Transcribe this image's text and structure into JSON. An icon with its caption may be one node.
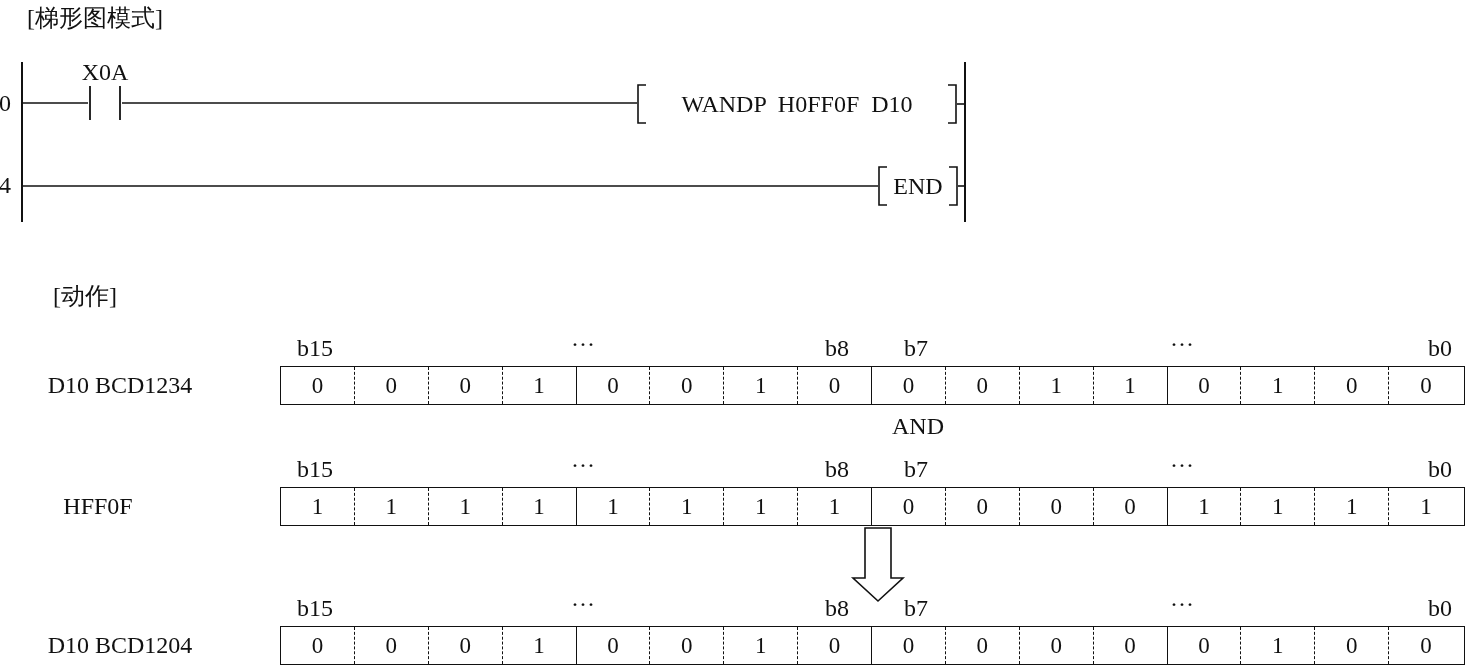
{
  "diagram": {
    "nodes": [
      {
        "text": [],
        "shape": "bar"
      },
      {
        "text": [],
        "shape": "contact",
        "beside": [
          "X0A"
        ]
      },
      {
        "text": [
          "WANDP H0FF0F D10"
        ]
      },
      {
        "text": [
          "END"
        ]
      },
      {
        "text": [],
        "shape": "bar"
      },
      {
        "text": [
          "0",
          "0",
          "0",
          "1",
          "0",
          "0",
          "1",
          "0",
          "0",
          "0",
          "1",
          "1",
          "0",
          "1",
          "0",
          "0"
        ],
        "beside": [
          "b15",
          "···",
          "b8",
          "b7",
          "···",
          "b0"
        ]
      },
      {
        "text": [
          "1",
          "1",
          "1",
          "1",
          "1",
          "1",
          "1",
          "1",
          "0",
          "0",
          "0",
          "0",
          "1",
          "1",
          "1",
          "1"
        ],
        "beside": [
          "b15",
          "···",
          "b8",
          "b7",
          "···",
          "b0"
        ]
      },
      {
        "text": [
          "0",
          "0",
          "0",
          "1",
          "0",
          "0",
          "1",
          "0",
          "0",
          "0",
          "0",
          "0",
          "0",
          "1",
          "0",
          "0"
        ],
        "beside": [
          "b15",
          "···",
          "b8",
          "b7",
          "···",
          "b0"
        ]
      }
    ],
    "edges": [
      {
        "from": 0,
        "to": 1,
        "arrow": "none"
      },
      {
        "from": 1,
        "to": 2,
        "arrow": "none"
      },
      {
        "from": 2,
        "to": 4,
        "arrow": "none"
      },
      {
        "from": 0,
        "to": 3,
        "arrow": "none"
      },
      {
        "from": 3,
        "to": 4,
        "arrow": "none"
      },
      {
        "from": 6,
        "to": 7,
        "arrow": "to"
      }
    ],
    "labels": [
      "[梯形图模式]",
      "0",
      "4",
      "[动作]",
      "D10 BCD1234",
      "AND",
      "HFF0F",
      "D10 BCD1204"
    ]
  }
}
